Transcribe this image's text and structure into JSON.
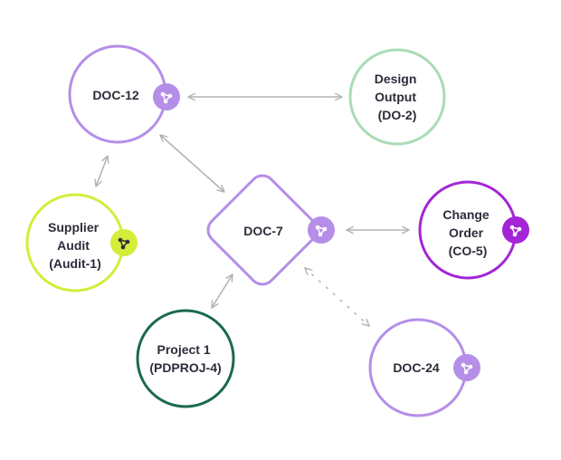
{
  "nodes": {
    "doc12": {
      "lines": [
        "DOC-12"
      ],
      "color": "#b58ee8",
      "badge_color": "#b58ee8",
      "badge_icon": "share-icon"
    },
    "do2": {
      "lines": [
        "Design",
        "Output",
        "(DO-2)"
      ],
      "color": "#a8dcb6"
    },
    "audit1": {
      "lines": [
        "Supplier",
        "Audit",
        "(Audit-1)"
      ],
      "color": "#d4ec3a",
      "badge_color": "#d4ec3a",
      "badge_icon": "share-icon"
    },
    "doc7": {
      "lines": [
        "DOC-7"
      ],
      "color": "#b58ee8",
      "badge_color": "#b58ee8",
      "badge_icon": "share-icon"
    },
    "co5": {
      "lines": [
        "Change",
        "Order",
        "(CO-5)"
      ],
      "color": "#a325d6",
      "badge_color": "#a325d6",
      "badge_icon": "share-icon"
    },
    "pdproj4": {
      "lines": [
        "Project 1",
        "(PDPROJ-4)"
      ],
      "color": "#1a6a4a"
    },
    "doc24": {
      "lines": [
        "DOC-24"
      ],
      "color": "#b58ee8",
      "badge_color": "#b58ee8",
      "badge_icon": "share-icon"
    }
  },
  "edges": [
    {
      "from": "doc12",
      "to": "do2",
      "style": "solid",
      "arrows": "both"
    },
    {
      "from": "doc12",
      "to": "audit1",
      "style": "solid",
      "arrows": "both"
    },
    {
      "from": "doc12",
      "to": "doc7",
      "style": "solid",
      "arrows": "both"
    },
    {
      "from": "doc7",
      "to": "co5",
      "style": "solid",
      "arrows": "both"
    },
    {
      "from": "doc7",
      "to": "pdproj4",
      "style": "solid",
      "arrows": "both"
    },
    {
      "from": "doc7",
      "to": "doc24",
      "style": "dotted",
      "arrows": "both"
    }
  ],
  "colors": {
    "edge": "#b4b4b4",
    "text": "#2d2d3a"
  }
}
